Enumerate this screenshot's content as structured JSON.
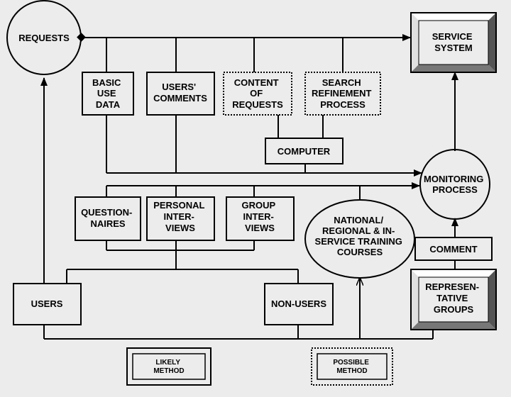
{
  "nodes": {
    "requests": "REQUESTS",
    "service_system": [
      "SERVICE",
      "SYSTEM"
    ],
    "basic_use_data": [
      "BASIC",
      "USE",
      "DATA"
    ],
    "users_comments": [
      "USERS'",
      "COMMENTS"
    ],
    "content_of_requests": [
      "CONTENT",
      "OF",
      "REQUESTS"
    ],
    "search_refinement": [
      "SEARCH",
      "REFINEMENT",
      "PROCESS"
    ],
    "computer": "COMPUTER",
    "monitoring_process": [
      "MONITORING",
      "PROCESS"
    ],
    "questionnaires": [
      "QUESTION-",
      "NAIRES"
    ],
    "personal_interviews": [
      "PERSONAL",
      "INTER-",
      "VIEWS"
    ],
    "group_interviews": [
      "GROUP",
      "INTER-",
      "VIEWS"
    ],
    "training_courses": [
      "NATIONAL/",
      "REGIONAL & IN-",
      "SERVICE TRAINING",
      "COURSES"
    ],
    "comment": "COMMENT",
    "users": "USERS",
    "non_users": "NON-USERS",
    "representative_groups": [
      "REPRESEN-",
      "TATIVE",
      "GROUPS"
    ]
  },
  "legend": {
    "likely": [
      "LIKELY",
      "METHOD"
    ],
    "possible": [
      "POSSIBLE",
      "METHOD"
    ]
  }
}
